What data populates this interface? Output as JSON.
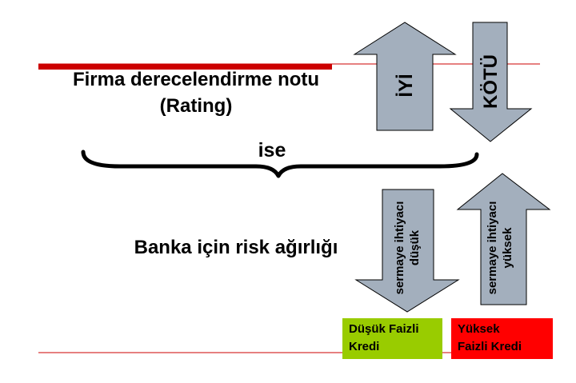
{
  "heading": {
    "line1": "Firma derecelendirme notu",
    "line2": "(Rating)"
  },
  "connector": "ise",
  "risk_label": "Banka için risk ağırlığı",
  "arrows": {
    "good": "İYİ",
    "bad": "KÖTÜ",
    "capital_low": [
      "sermaye ihtiyacı",
      "düşük"
    ],
    "capital_high": [
      "sermaye ihtiyacı",
      "yüksek"
    ]
  },
  "boxes": {
    "low_interest": [
      "Düşük Faizli",
      "Kredi"
    ],
    "high_interest": [
      "Yüksek",
      "Faizli Kredi"
    ]
  },
  "colors": {
    "accent_red": "#cc0000",
    "arrow_fill": "#a3afbd",
    "green_box": "#99cc00",
    "red_box": "#ff0000"
  }
}
